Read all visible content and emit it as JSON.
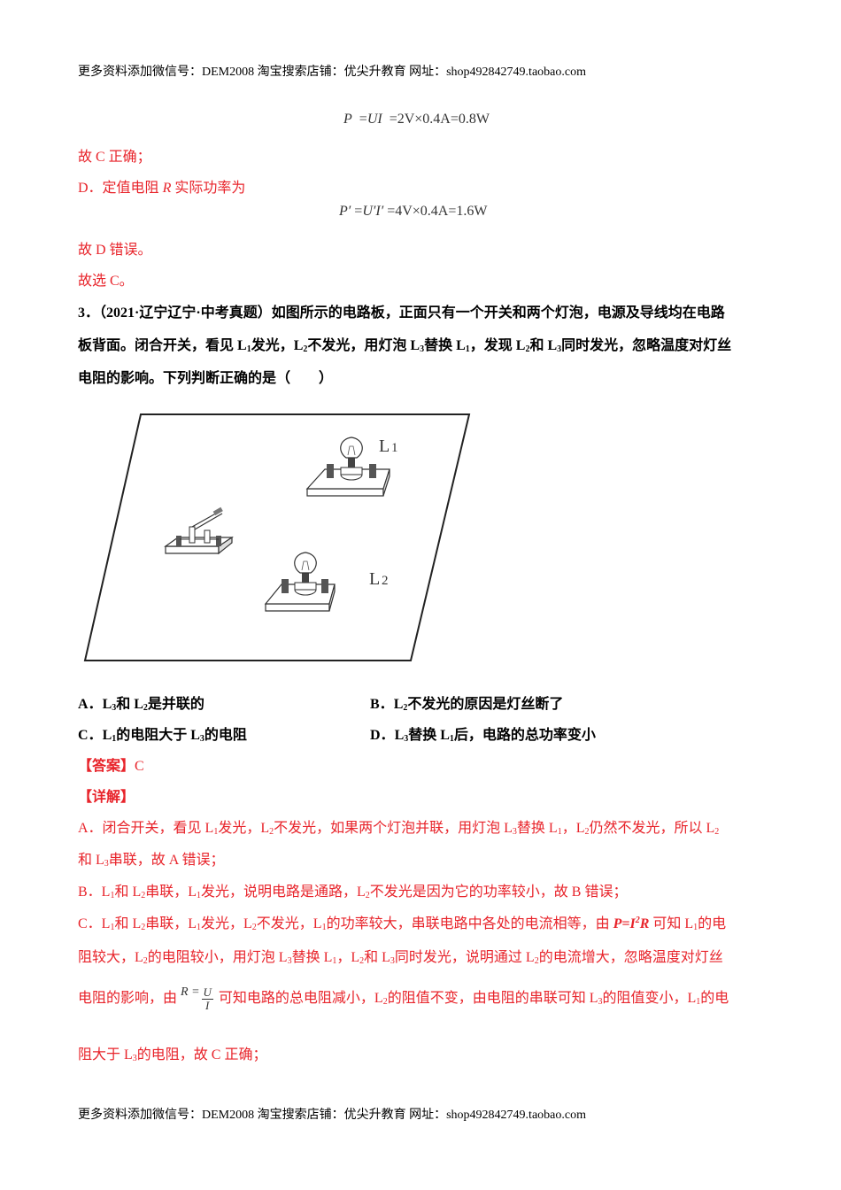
{
  "header": {
    "text": "更多资料添加微信号：DEM2008  淘宝搜索店铺：优尖升教育  网址：shop492842749.taobao.com"
  },
  "footer": {
    "text": "更多资料添加微信号：DEM2008  淘宝搜索店铺：优尖升教育  网址：shop492842749.taobao.com"
  },
  "colors": {
    "answer_red": "#e8242b",
    "text_black": "#000000"
  },
  "prev_solution": {
    "formula1": {
      "lhs": "P",
      "mid": "=UI",
      "rhs": "=2V×0.4A=0.8W"
    },
    "c_conclusion": "故 C 正确；",
    "d_intro_prefix": "D．定值电阻 ",
    "d_intro_var": "R",
    "d_intro_suffix": " 实际功率为",
    "formula2": {
      "lhs": "P′",
      "mid": "=U′I′",
      "rhs": "=4V×0.4A=1.6W"
    },
    "d_conclusion": "故 D 错误。",
    "final_choice": "故选 C。"
  },
  "question": {
    "number": "3．",
    "source": "（2021·辽宁辽宁·中考真题）",
    "line1_rest": "如图所示的电路板，正面只有一个开关和两个灯泡，电源及导线均在电路",
    "line2": {
      "p1": "板背面。闭合开关，看见 L",
      "s1": "1",
      "p2": "发光，L",
      "s2": "2",
      "p3": "不发光，用灯泡 L",
      "s3": "3",
      "p4": "替换 L",
      "s4": "1",
      "p5": "，发现 L",
      "s5": "2",
      "p6": "和 L",
      "s6": "3",
      "p7": "同时发光，忽略温度对灯丝"
    },
    "line3": "电阻的影响。下列判断正确的是（　　）",
    "figure": {
      "label_l1": "L1",
      "label_l2": "L2",
      "items": [
        "switch",
        "bulb-l1",
        "bulb-l2"
      ]
    },
    "options": [
      {
        "letter": "A．",
        "text": [
          "L",
          "3",
          "和 L",
          "2",
          "是并联的"
        ]
      },
      {
        "letter": "B．",
        "text": [
          "L",
          "2",
          "不发光的原因是灯丝断了"
        ]
      },
      {
        "letter": "C．",
        "text": [
          "L",
          "1",
          "的电阻大于 L",
          "3",
          "的电阻"
        ]
      },
      {
        "letter": "D．",
        "text": [
          "L",
          "3",
          "替换 L",
          "1",
          "后，电路的总功率变小"
        ]
      }
    ]
  },
  "answer": {
    "label": "【答案】",
    "value": "C"
  },
  "explanation": {
    "label": "【详解】",
    "a_line1": {
      "p1": "A．闭合开关，看见 L",
      "s1": "1",
      "p2": "发光，L",
      "s2": "2",
      "p3": "不发光，如果两个灯泡并联，用灯泡 L",
      "s3": "3",
      "p4": "替换 L",
      "s4": "1",
      "p5": "，L",
      "s5": "2",
      "p6": "仍然不发光，所以 L",
      "s6": "2"
    },
    "a_line2": {
      "p1": "和 L",
      "s1": "3",
      "p2": "串联，故 A 错误；"
    },
    "b_line": {
      "p1": "B．L",
      "s1": "1",
      "p2": "和 L",
      "s2": "2",
      "p3": "串联，L",
      "s3": "1",
      "p4": "发光，说明电路是通路，L",
      "s4": "2",
      "p5": "不发光是因为它的功率较小，故 B 错误；"
    },
    "c_line1": {
      "p1": "C．L",
      "s1": "1",
      "p2": "和 L",
      "s2": "2",
      "p3": "串联，L",
      "s3": "1",
      "p4": "发光，L",
      "s4": "2",
      "p5": "不发光，L",
      "s5": "1",
      "p6": "的功率较大，串联电路中各处的电流相等，由 ",
      "formula": "P=I²R",
      "p7": " 可知 L",
      "s7": "1",
      "p8": "的电"
    },
    "c_line2": {
      "p1": "阻较大，L",
      "s1": "2",
      "p2": "的电阻较小，用灯泡 L",
      "s2": "3",
      "p3": "替换 L",
      "s3": "1",
      "p4": "，L",
      "s4": "2",
      "p5": "和 L",
      "s5": "3",
      "p6": "同时发光，说明通过 L",
      "s6": "2",
      "p7": "的电流增大，忽略温度对灯丝"
    },
    "c_line3": {
      "p1": "电阻的影响，由 ",
      "frac_lhs": "R =",
      "frac_num": "U",
      "frac_den": "I",
      "p2": " 可知电路的总电阻减小，L",
      "s2": "2",
      "p3": "的阻值不变，由电阻的串联可知 L",
      "s3": "3",
      "p4": "的阻值变小，L",
      "s4": "1",
      "p5": "的电"
    },
    "c_line4": {
      "p1": "阻大于 L",
      "s1": "3",
      "p2": "的电阻，故 C 正确；"
    }
  }
}
